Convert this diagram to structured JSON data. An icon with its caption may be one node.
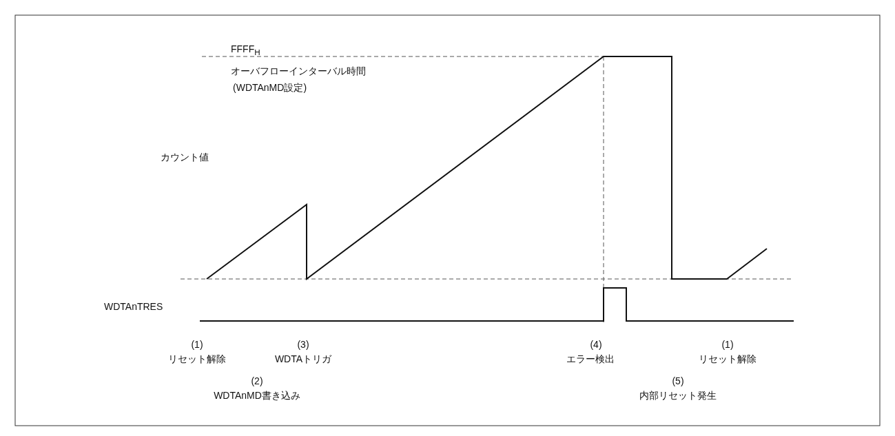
{
  "diagram": {
    "labels": [
      "FFFF$_{H}$",
      "オーバフローインターバル時間",
      "(WDTAnMD設定)",
      "カウント値",
      "WDTAnTRES",
      "(1)",
      "リセット解除",
      "(3)",
      "WDTAトリガ",
      "(4)",
      "エラー検出",
      "(1)",
      "リセット解除",
      "(2)",
      "WDTAnMD書き込み",
      "(5)",
      "内部リセット発生"
    ]
  }
}
